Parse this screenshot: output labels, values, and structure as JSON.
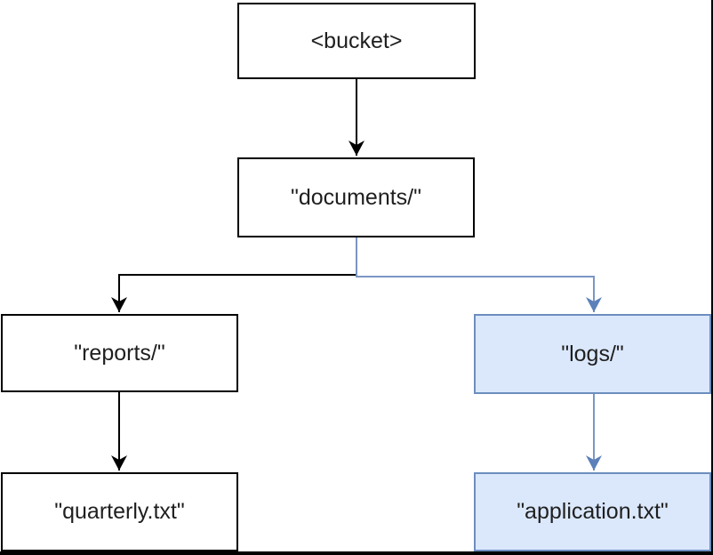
{
  "diagram": {
    "nodes": {
      "bucket": {
        "label": "<bucket>",
        "highlighted": false
      },
      "documents": {
        "label": "\"documents/\"",
        "highlighted": false
      },
      "reports": {
        "label": "\"reports/\"",
        "highlighted": false
      },
      "logs": {
        "label": "\"logs/\"",
        "highlighted": true
      },
      "quarterly": {
        "label": "\"quarterly.txt\"",
        "highlighted": false
      },
      "application": {
        "label": "\"application.txt\"",
        "highlighted": true
      }
    },
    "edges": [
      {
        "from": "bucket",
        "to": "documents",
        "color": "black"
      },
      {
        "from": "documents",
        "to": "reports",
        "color": "black"
      },
      {
        "from": "documents",
        "to": "logs",
        "color": "blue"
      },
      {
        "from": "reports",
        "to": "quarterly",
        "color": "black"
      },
      {
        "from": "logs",
        "to": "application",
        "color": "blue"
      }
    ],
    "colors": {
      "node_fill_default": "#ffffff",
      "node_border_default": "#000000",
      "node_fill_highlight": "#dbe8fc",
      "node_border_highlight": "#6c8ebf",
      "connector_default": "#000000",
      "connector_highlight": "#7b96c4",
      "connector_highlight_arrowhead": "#5b80ba",
      "text": "#1f1f1f",
      "background": "#ffffff"
    }
  }
}
